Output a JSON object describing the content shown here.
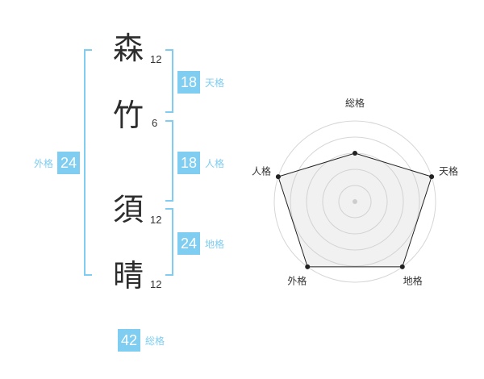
{
  "name": {
    "chars": [
      {
        "char": "森",
        "strokes": "12"
      },
      {
        "char": "竹",
        "strokes": "6"
      },
      {
        "char": "須",
        "strokes": "12"
      },
      {
        "char": "晴",
        "strokes": "12"
      }
    ]
  },
  "kaku": {
    "ten": {
      "value": "18",
      "label": "天格"
    },
    "jin": {
      "value": "18",
      "label": "人格"
    },
    "chi": {
      "value": "24",
      "label": "地格"
    },
    "gai": {
      "value": "24",
      "label": "外格"
    },
    "sou": {
      "value": "42",
      "label": "総格"
    }
  },
  "colors": {
    "accent": "#7fcdf0",
    "text": "#2d2d2d"
  },
  "chart_data": {
    "type": "radar",
    "axes": [
      "総格",
      "天格",
      "地格",
      "外格",
      "人格"
    ],
    "values": [
      3,
      5,
      5,
      5,
      5
    ],
    "max": 5,
    "rings": 5
  }
}
